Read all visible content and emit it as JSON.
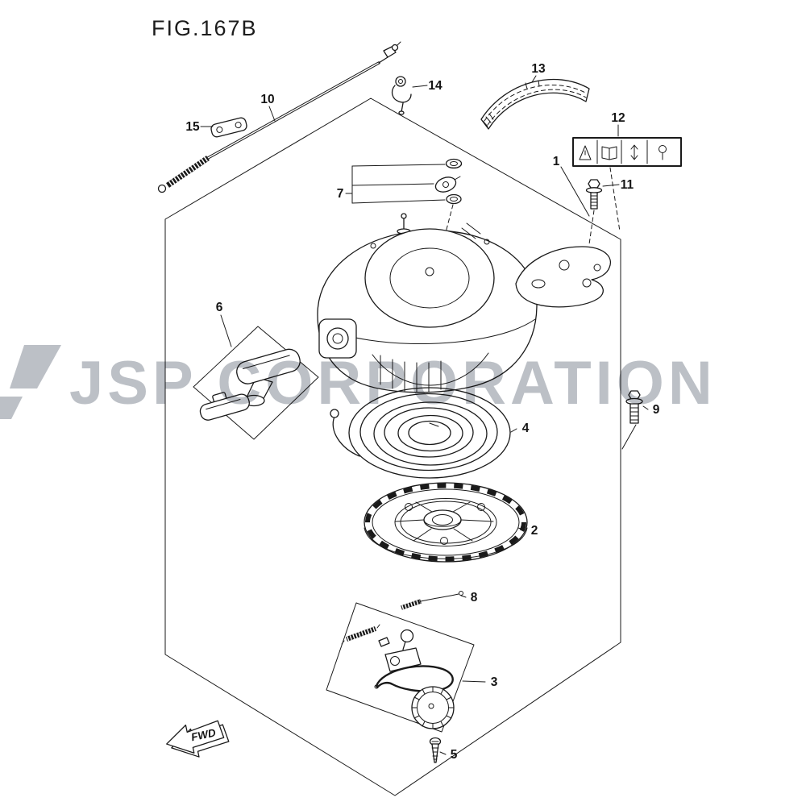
{
  "figure": {
    "title": "FIG.167B"
  },
  "watermark": {
    "text": "JSP CORPORATION"
  },
  "fwd": {
    "label": "FWD"
  },
  "warning_label": {
    "icons": [
      "warning-triangle-icon",
      "owners-manual-icon",
      "up-down-arrow-icon",
      "hook-icon"
    ]
  },
  "callouts": [
    {
      "num": "1"
    },
    {
      "num": "2"
    },
    {
      "num": "3"
    },
    {
      "num": "4"
    },
    {
      "num": "5"
    },
    {
      "num": "6"
    },
    {
      "num": "7"
    },
    {
      "num": "8"
    },
    {
      "num": "9"
    },
    {
      "num": "10"
    },
    {
      "num": "11"
    },
    {
      "num": "12"
    },
    {
      "num": "13"
    },
    {
      "num": "14"
    },
    {
      "num": "15"
    }
  ],
  "colors": {
    "line": "#1a1a1a",
    "watermark": "#bcc0c6",
    "background": "#ffffff"
  }
}
